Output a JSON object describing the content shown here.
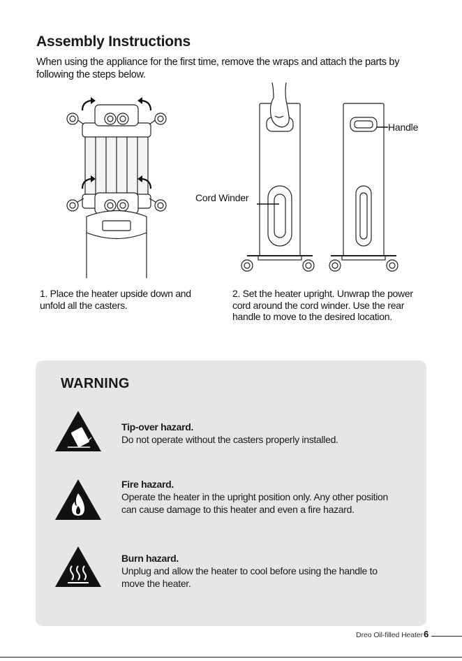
{
  "title": "Assembly Instructions",
  "intro": "When using the appliance for the first time, remove the wraps and attach the parts by following the steps below.",
  "callouts": {
    "cord_winder": "Cord Winder",
    "handle": "Handle"
  },
  "steps": [
    {
      "text": "1. Place the heater upside down and unfold all the casters."
    },
    {
      "text": " 2. Set the heater upright. Unwrap the power cord around the cord winder. Use the rear handle to move to the desired location."
    }
  ],
  "warning": {
    "title": "WARNING",
    "hazards": [
      {
        "name": "Tip-over hazard.",
        "description": "Do not operate without the casters properly installed.",
        "icon": "tip-over-warning-icon"
      },
      {
        "name": "Fire hazard.",
        "description": "Operate the heater in the upright position only. Any other position can cause damage to this heater and even a fire hazard.",
        "icon": "fire-warning-icon"
      },
      {
        "name": "Burn hazard.",
        "description": "Unplug and allow the heater to cool before using the handle to move the heater.",
        "icon": "hot-surface-warning-icon"
      }
    ]
  },
  "footer": {
    "product": "Dreo Oil-filled Heater",
    "page": "6"
  },
  "colors": {
    "panel": "#e6e6e6",
    "ink": "#111111"
  }
}
